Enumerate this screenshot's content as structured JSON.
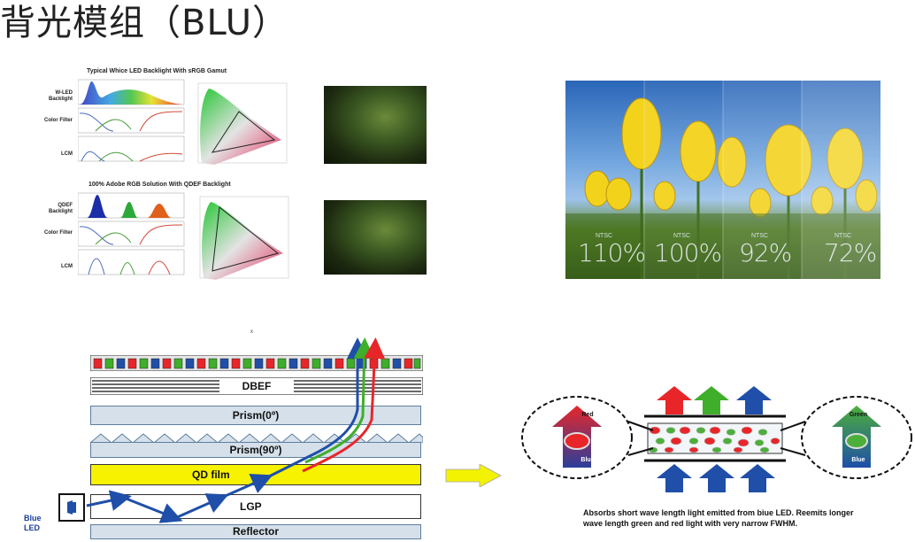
{
  "title": "背光模组（BLU）",
  "top_panel": {
    "wled_title": "Typical Whice LED Backlight With sRGB Gamut",
    "qdef_title": "100% Adobe RGB Solution With QDEF Backlight",
    "wled_labels": [
      "W-LED Backlight",
      "Color Filter",
      "LCM"
    ],
    "qdef_labels": [
      "QDEF Backlight",
      "Color Filter",
      "LCM"
    ]
  },
  "tulip_panel": {
    "items": [
      {
        "label": "NTSC",
        "value": "110%"
      },
      {
        "label": "NTSC",
        "value": "100%"
      },
      {
        "label": "NTSC",
        "value": "92%"
      },
      {
        "label": "NTSC",
        "value": "72%"
      }
    ]
  },
  "stack": {
    "dbef": "DBEF",
    "prism0": "Prism(0º)",
    "prism90": "Prism(90º)",
    "qd_film": "QD film",
    "lgp": "LGP",
    "reflector": "Reflector",
    "led_label": "Blue LED",
    "stray_mark": "x"
  },
  "qd_diagram": {
    "left_circle_top": "Red",
    "left_circle_bottom": "Blue",
    "right_circle_top": "Green",
    "right_circle_bottom": "Blue",
    "caption": "Absorbs short wave length light emitted from biue LED. Reemits longer wave length green and red light with very narrow FWHM."
  },
  "colors": {
    "red": "#e8262a",
    "green": "#3fae2a",
    "blue": "#1f4fa8",
    "qd_yellow": "#f6f200"
  }
}
